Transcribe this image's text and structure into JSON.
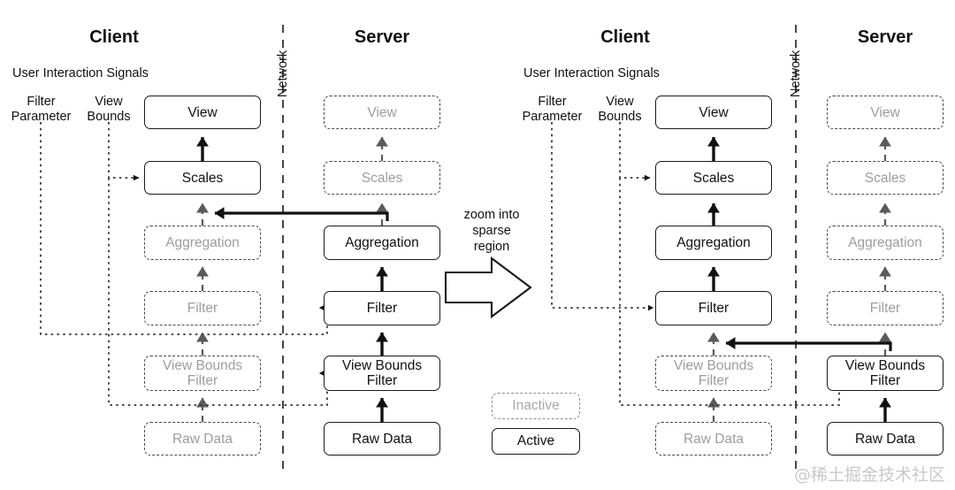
{
  "figure": {
    "watermark": "@稀土掘金技术社区",
    "transition_label_lines": [
      "zoom into",
      "sparse",
      "region"
    ],
    "network_label": "Network",
    "user_interaction_signals_label": "User Interaction Signals"
  },
  "legend": {
    "inactive_label": "Inactive",
    "active_label": "Active"
  },
  "panels": [
    {
      "id": "before",
      "client_title": "Client",
      "server_title": "Server",
      "signals": [
        {
          "id": "filter-parameter",
          "lines": [
            "Filter",
            "Parameter"
          ]
        },
        {
          "id": "view-bounds",
          "lines": [
            "View",
            "Bounds"
          ]
        }
      ],
      "client_nodes": [
        {
          "id": "view",
          "label": "View",
          "state": "active"
        },
        {
          "id": "scales",
          "label": "Scales",
          "state": "active"
        },
        {
          "id": "aggregation",
          "label": "Aggregation",
          "state": "inactive"
        },
        {
          "id": "filter",
          "label": "Filter",
          "state": "inactive"
        },
        {
          "id": "view-bounds-filter",
          "label": "View Bounds\nFilter",
          "state": "inactive"
        },
        {
          "id": "raw-data",
          "label": "Raw Data",
          "state": "inactive"
        }
      ],
      "server_nodes": [
        {
          "id": "view",
          "label": "View",
          "state": "inactive"
        },
        {
          "id": "scales",
          "label": "Scales",
          "state": "inactive"
        },
        {
          "id": "aggregation",
          "label": "Aggregation",
          "state": "active"
        },
        {
          "id": "filter",
          "label": "Filter",
          "state": "active"
        },
        {
          "id": "view-bounds-filter",
          "label": "View Bounds\nFilter",
          "state": "active"
        },
        {
          "id": "raw-data",
          "label": "Raw Data",
          "state": "active"
        }
      ],
      "transfer_from": "server.aggregation",
      "transfer_to": "client.scales"
    },
    {
      "id": "after",
      "client_title": "Client",
      "server_title": "Server",
      "signals": [
        {
          "id": "filter-parameter",
          "lines": [
            "Filter",
            "Parameter"
          ]
        },
        {
          "id": "view-bounds",
          "lines": [
            "View",
            "Bounds"
          ]
        }
      ],
      "client_nodes": [
        {
          "id": "view",
          "label": "View",
          "state": "active"
        },
        {
          "id": "scales",
          "label": "Scales",
          "state": "active"
        },
        {
          "id": "aggregation",
          "label": "Aggregation",
          "state": "active"
        },
        {
          "id": "filter",
          "label": "Filter",
          "state": "active"
        },
        {
          "id": "view-bounds-filter",
          "label": "View Bounds\nFilter",
          "state": "inactive"
        },
        {
          "id": "raw-data",
          "label": "Raw Data",
          "state": "inactive"
        }
      ],
      "server_nodes": [
        {
          "id": "view",
          "label": "View",
          "state": "inactive"
        },
        {
          "id": "scales",
          "label": "Scales",
          "state": "inactive"
        },
        {
          "id": "aggregation",
          "label": "Aggregation",
          "state": "inactive"
        },
        {
          "id": "filter",
          "label": "Filter",
          "state": "inactive"
        },
        {
          "id": "view-bounds-filter",
          "label": "View Bounds\nFilter",
          "state": "active"
        },
        {
          "id": "raw-data",
          "label": "Raw Data",
          "state": "active"
        }
      ],
      "transfer_from": "server.view-bounds-filter",
      "transfer_to": "client.filter"
    }
  ],
  "colors": {
    "active_border": "#1a1a1a",
    "inactive_border": "#4a4a4a",
    "inactive_text": "#9d9d9d",
    "text": "#111111",
    "watermark": "#c9c9c9"
  }
}
